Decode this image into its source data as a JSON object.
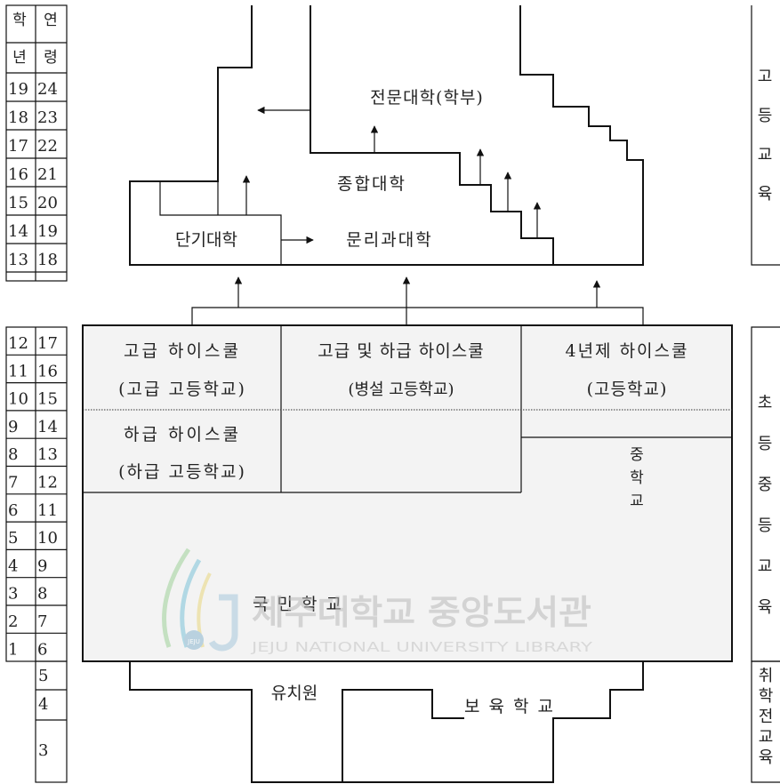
{
  "age_table": {
    "header": [
      "학",
      "연",
      "년",
      "령"
    ],
    "higher_rows": [
      [
        "19",
        "24"
      ],
      [
        "18",
        "23"
      ],
      [
        "17",
        "22"
      ],
      [
        "16",
        "21"
      ],
      [
        "15",
        "20"
      ],
      [
        "14",
        "19"
      ],
      [
        "13",
        "18"
      ]
    ],
    "school_rows": [
      [
        "12",
        "17"
      ],
      [
        "11",
        "16"
      ],
      [
        "10",
        "15"
      ],
      [
        "9",
        "14"
      ],
      [
        "8",
        "13"
      ],
      [
        "7",
        "12"
      ],
      [
        "6",
        "11"
      ],
      [
        "5",
        "10"
      ],
      [
        "4",
        "9"
      ],
      [
        "3",
        "8"
      ],
      [
        "2",
        "7"
      ],
      [
        "1",
        "6"
      ]
    ],
    "preschool_ages": [
      "5",
      "4",
      "3"
    ]
  },
  "levels": {
    "higher": "고등교육",
    "secondary": "초등중등교육",
    "preschool": "취학전교육"
  },
  "higher_ed": {
    "professional": "전문대학(학부)",
    "university": "종합대학",
    "junior_college": "단기대학",
    "liberal_arts": "문리과대학"
  },
  "secondary": {
    "senior_high": [
      "고급 하이스쿨",
      "(고급 고등학교)"
    ],
    "combined_high": [
      "고급 및 하급 하이스쿨",
      "(병설 고등학교)"
    ],
    "four_year_high": [
      "4년제 하이스쿨",
      "(고등학교)"
    ],
    "junior_high": [
      "하급 하이스쿨",
      "(하급 고등학교)"
    ],
    "middle_school": "중학교",
    "elementary": "국 민 학 교"
  },
  "preschool": {
    "kindergarten": "유치원",
    "nursery": "보 육 학 교"
  },
  "watermark": {
    "title": "제주대학교 중앙도서관",
    "subtitle": "JEJU NATIONAL UNIVERSITY LIBRARY",
    "logo_text": "JEJU"
  }
}
